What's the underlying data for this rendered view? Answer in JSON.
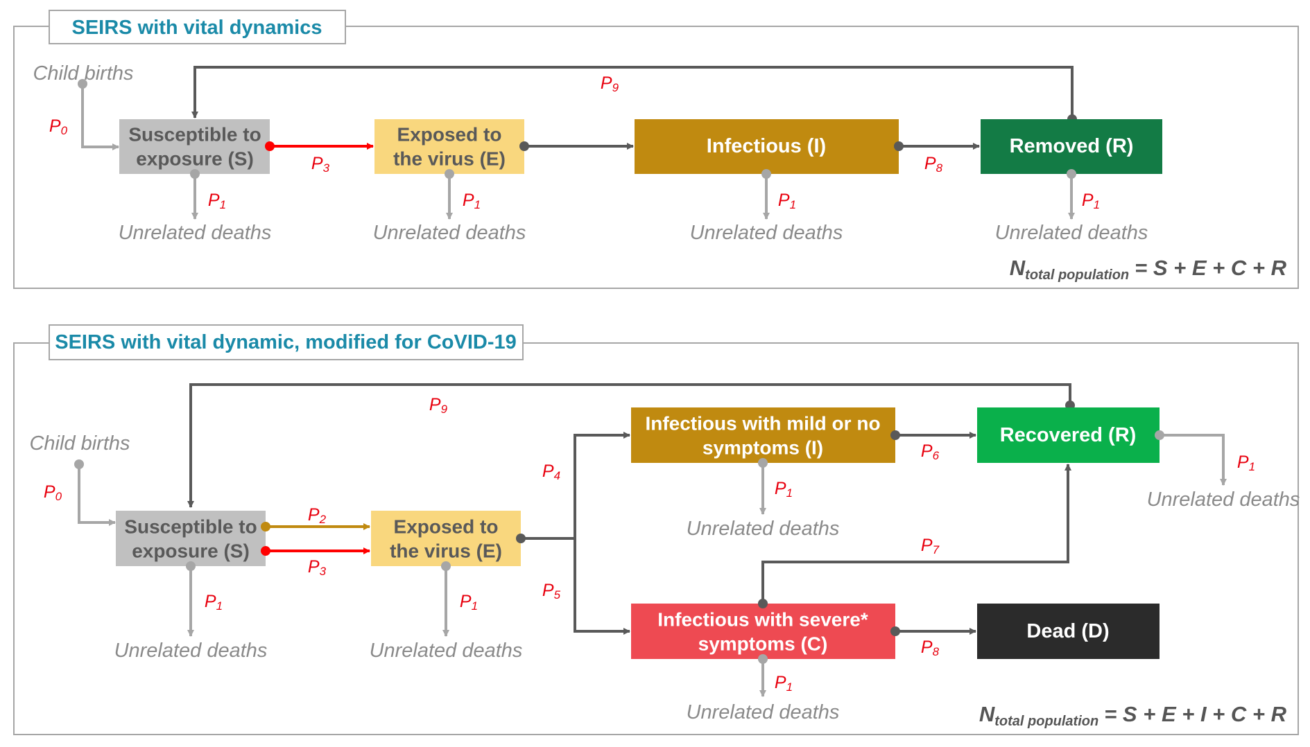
{
  "panel1": {
    "title": "SEIRS with vital dynamics",
    "child_births": "Child births",
    "unrelated_deaths": "Unrelated deaths",
    "nodes": {
      "s": [
        "Susceptible to",
        "exposure (S)"
      ],
      "e": [
        "Exposed to",
        "the virus (E)"
      ],
      "i": [
        "Infectious (I)"
      ],
      "r": [
        "Removed (R)"
      ]
    },
    "params": {
      "p0": "0",
      "p1": "1",
      "p3": "3",
      "p8": "8",
      "p9": "9"
    },
    "equation": {
      "n": "N",
      "sub": "total population",
      "rhs": "= S + E + C + R"
    }
  },
  "panel2": {
    "title": "SEIRS with vital dynamic, modified for CoVID-19",
    "child_births": "Child births",
    "unrelated_deaths": "Unrelated deaths",
    "nodes": {
      "s": [
        "Susceptible to",
        "exposure (S)"
      ],
      "e": [
        "Exposed to",
        "the virus (E)"
      ],
      "i": [
        "Infectious with mild or no",
        "symptoms (I)"
      ],
      "c": [
        "Infectious with severe*",
        "symptoms (C)"
      ],
      "r": [
        "Recovered (R)"
      ],
      "d": [
        "Dead (D)"
      ]
    },
    "params": {
      "p0": "0",
      "p1": "1",
      "p2": "2",
      "p3": "3",
      "p4": "4",
      "p5": "5",
      "p6": "6",
      "p7": "7",
      "p8": "8",
      "p9": "9"
    },
    "equation": {
      "n": "N",
      "sub": "total population",
      "rhs": "= S + E + I + C + R"
    }
  },
  "colors": {
    "susceptible": "#c0c0c0",
    "exposed": "#f9d77e",
    "infectious": "#c08a10",
    "removed": "#137b45",
    "recovered": "#0ab04b",
    "severe": "#ee4a52",
    "dead": "#2b2b2b",
    "arrow_dark": "#595959",
    "arrow_light": "#a6a6a6",
    "arrow_red": "#ff0000",
    "arrow_gold": "#c08a10",
    "param_red": "#e8000e",
    "title_teal": "#1a8aa8"
  }
}
